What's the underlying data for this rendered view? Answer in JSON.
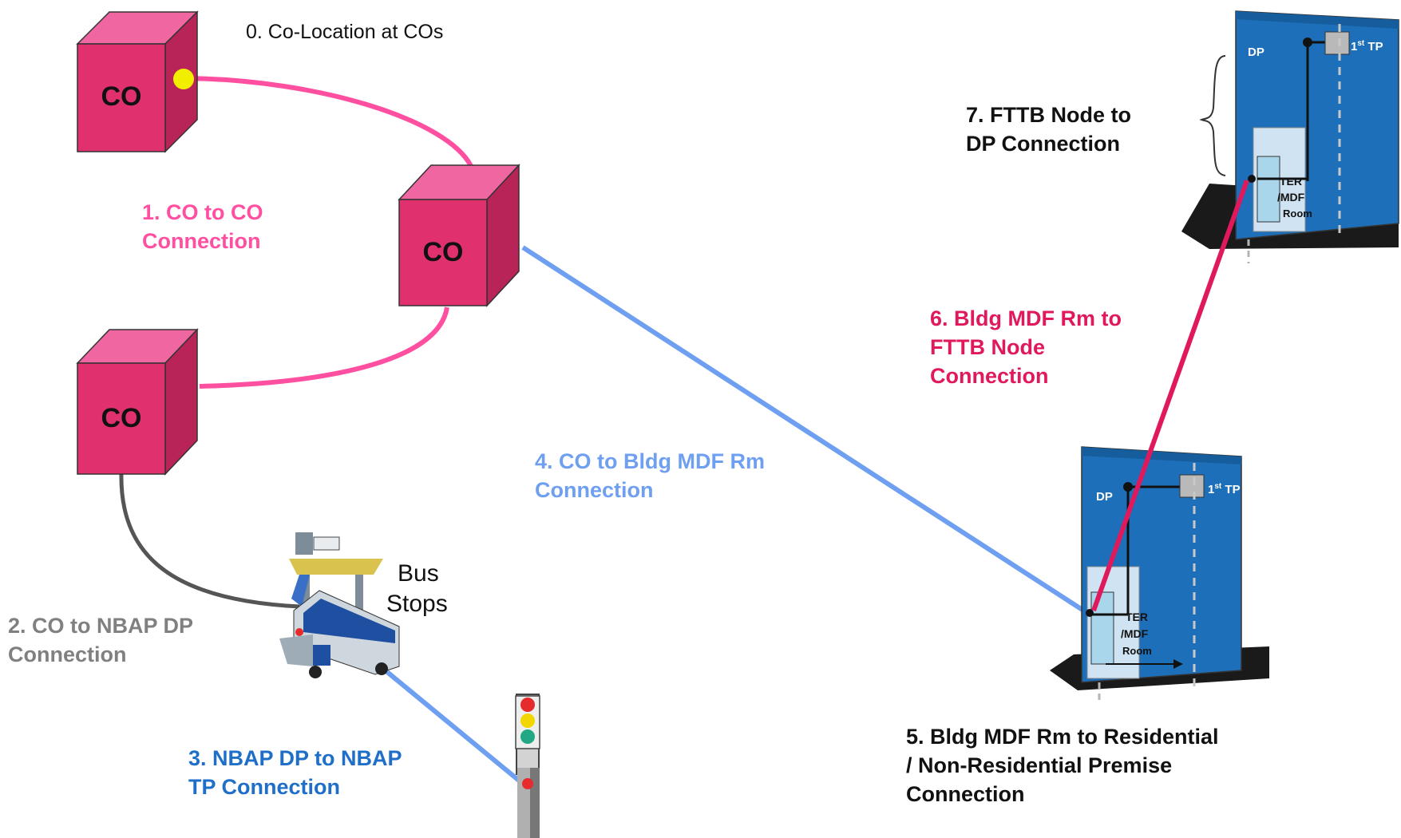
{
  "colors": {
    "co_box": "#e0306e",
    "co_to_co": "#ff4fa0",
    "co_to_mdf": "#6e9ff0",
    "co_to_nbap": "#555555",
    "nbap_dp_tp": "#6e9ff0",
    "mdf_to_fttb": "#e0195c",
    "building": "#1c6fb8",
    "label_co_co": "#ff4fa0",
    "label_nbap": "#808080",
    "label_nbap_tp": "#1f6fc9",
    "label_mdf": "#6e9ff0",
    "label_fttb": "#e0195c",
    "label_black": "#111111"
  },
  "co_nodes": [
    {
      "label": "CO"
    },
    {
      "label": "CO"
    },
    {
      "label": "CO"
    }
  ],
  "colocation_label": "0.  Co-Location at COs",
  "connections": {
    "co_to_co": [
      "1. CO to CO",
      "Connection"
    ],
    "co_to_nbap": [
      "2. CO to NBAP DP",
      "Connection"
    ],
    "nbap_dp_to_tp": [
      "3. NBAP DP to NBAP",
      "TP Connection"
    ],
    "co_to_mdf": [
      "4. CO to Bldg MDF Rm",
      "Connection"
    ],
    "mdf_to_premise": [
      "5. Bldg MDF Rm to Residential",
      "/ Non-Residential Premise",
      "Connection"
    ],
    "mdf_to_fttb": [
      "6. Bldg MDF Rm to",
      "FTTB Node",
      "Connection"
    ],
    "fttb_to_dp": [
      "7. FTTB Node to",
      "DP Connection"
    ]
  },
  "bus_stop": [
    "Bus",
    "Stops"
  ],
  "buildings": [
    {
      "dp": "DP",
      "tp": "1",
      "tp_sup": "st",
      "tp_suffix": " TP",
      "room": [
        "TER",
        "/MDF",
        "Room"
      ]
    },
    {
      "dp": "DP",
      "tp": "1",
      "tp_sup": "st",
      "tp_suffix": " TP",
      "room": [
        "TER",
        "/MDF",
        "Room"
      ]
    }
  ]
}
